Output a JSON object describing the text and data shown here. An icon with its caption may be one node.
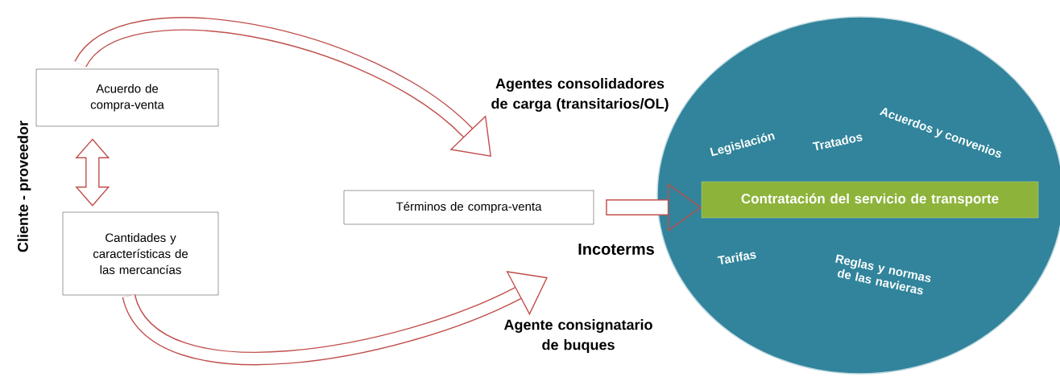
{
  "diagram": {
    "nodes": [
      {
        "text": [
          "Acuerdo de compra-venta"
        ]
      },
      {
        "text": [
          "Cantidades y características de las mercancías"
        ]
      },
      {
        "text": [
          "Términos de compra-venta"
        ]
      },
      {
        "text": [
          "Legislación",
          "Tratados",
          "Acuerdos y convenios",
          "Tarifas",
          "Reglas y normas de las navieras"
        ]
      },
      {
        "text": [
          "Contratación del servicio de transporte"
        ],
        "in": 3
      }
    ],
    "edges": [
      {
        "from": 0,
        "to": 1,
        "arrow": "both"
      },
      {
        "from": 0,
        "to": null,
        "arrow": "to"
      },
      {
        "from": 1,
        "to": null,
        "arrow": "to"
      },
      {
        "from": 2,
        "to": 4,
        "arrow": "to",
        "label": "Incoterms"
      }
    ],
    "labels": [
      "Cliente - proveedor",
      "Agentes consolidadores de carga (transitarios/OL)",
      "Agente consignatario de buques"
    ]
  }
}
